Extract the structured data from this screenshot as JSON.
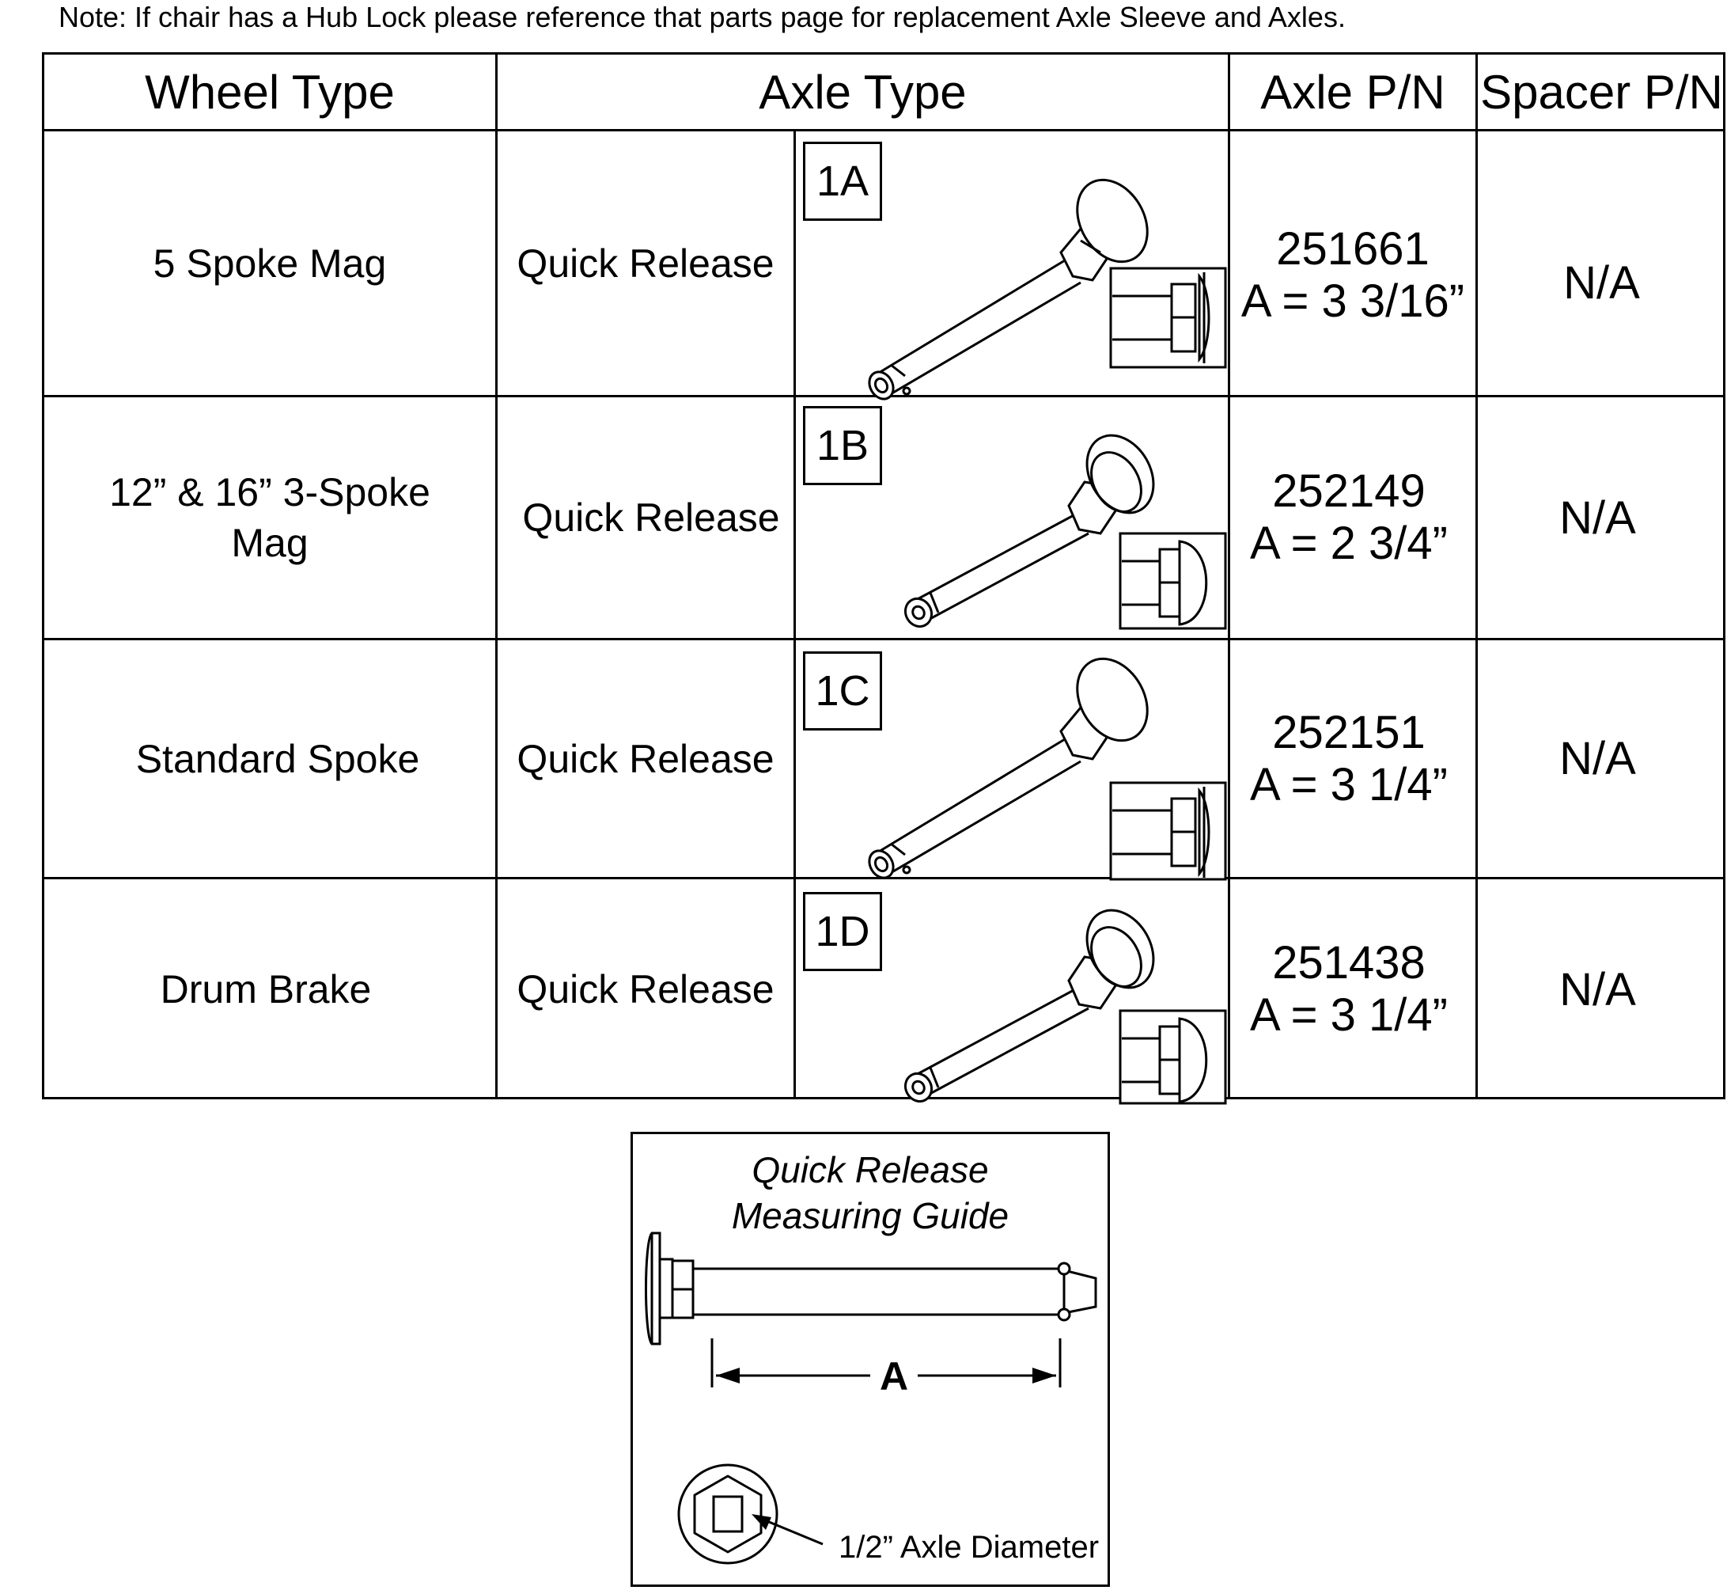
{
  "note": "Note: If chair has a Hub Lock please reference that parts page for replacement Axle Sleeve and Axles.",
  "table": {
    "headers": {
      "wheel_type": "Wheel Type",
      "axle_type": "Axle Type",
      "axle_pn": "Axle P/N",
      "spacer_pn": "Spacer P/N"
    },
    "rows": [
      {
        "wheel_type_lines": [
          "5 Spoke Mag"
        ],
        "axle_type": "Quick Release",
        "tag": "1A",
        "axle_pn": "251661",
        "axle_length": "A = 3 3/16”",
        "spacer_pn": "N/A"
      },
      {
        "wheel_type_lines": [
          "12” & 16” 3-Spoke",
          "Mag"
        ],
        "axle_type": "Quick Release",
        "tag": "1B",
        "axle_pn": "252149",
        "axle_length": "A = 2 3/4”",
        "spacer_pn": "N/A"
      },
      {
        "wheel_type_lines": [
          "Standard Spoke"
        ],
        "axle_type": "Quick Release",
        "tag": "1C",
        "axle_pn": "252151",
        "axle_length": "A = 3 1/4”",
        "spacer_pn": "N/A"
      },
      {
        "wheel_type_lines": [
          "Drum Brake"
        ],
        "axle_type": "Quick Release",
        "tag": "1D",
        "axle_pn": "251438",
        "axle_length": "A = 3 1/4”",
        "spacer_pn": "N/A"
      }
    ]
  },
  "guide": {
    "title_lines": [
      "Quick Release",
      "Measuring Guide"
    ],
    "dimension_label": "A",
    "diameter_label": "1/2” Axle Diameter"
  }
}
